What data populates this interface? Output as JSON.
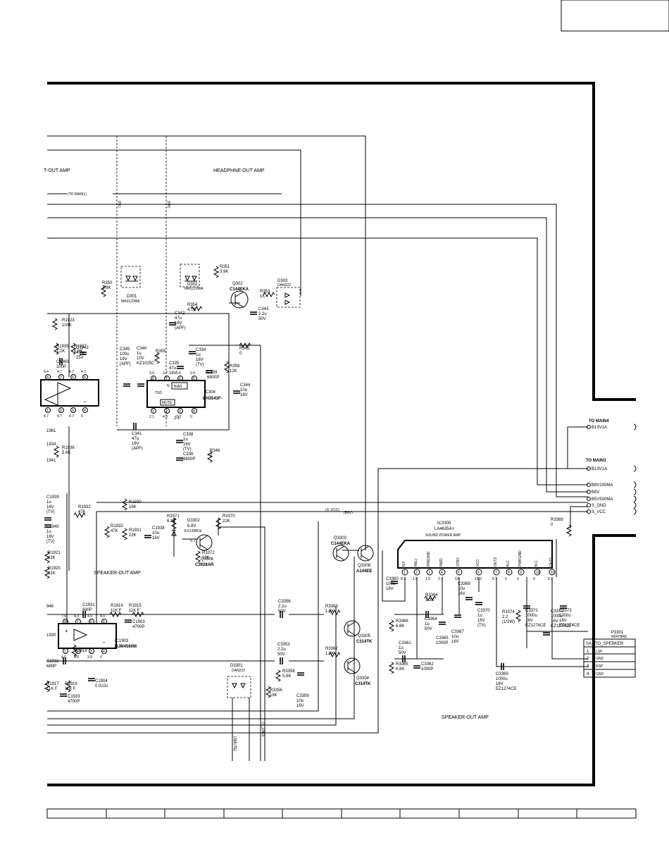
{
  "sections": {
    "out_amp_partial": "T-OUT AMP",
    "headphone_out_amp": "HEADPHNE-OUT AMP",
    "speaker_out_amp_left": "SPEAKER-OUT AMP",
    "speaker_out_amp_right": "SPEAKER-OUT AMP"
  },
  "signals": {
    "to_main1": "(TO MAIN1)",
    "hr": "(HR)",
    "hl": "(HL)",
    "b8v": "(B8V)",
    "s_vcc": "(S_VCC)",
    "smute": "(SMUTE)",
    "s_gnd": "(S_GND)"
  },
  "connectors": {
    "to_main4": {
      "title": "TO MAIN4",
      "pin": "B13V1A"
    },
    "to_main3": {
      "title": "TO MAIN3",
      "pin": "B13V1A"
    },
    "rail_pins": [
      "B9V200MA",
      "B8V",
      "B5V500MA",
      "S_GND",
      "S_VCC"
    ],
    "p3301": {
      "ref": "P3301",
      "part": "N04TBRE",
      "header_left": "SA",
      "header_right": "TO_SPERKER",
      "pins": [
        {
          "num": "1",
          "name": "LSP"
        },
        {
          "num": "2",
          "name": "GND"
        },
        {
          "num": "3",
          "name": "RSP"
        },
        {
          "num": "4",
          "name": "GND"
        }
      ]
    }
  },
  "ics": {
    "ic3305": {
      "ref": "IC3305",
      "part": "LA4635A+",
      "desc": "SOUND POWER AMP",
      "pin_names": [
        "N.F",
        "IN(L)",
        "PREGND",
        "IN(R)",
        "STBY",
        "VCC",
        "OUT2",
        "N.C.",
        "PWRGND",
        "N.C.",
        "OUT1"
      ],
      "pin_nums": [
        "1",
        "2",
        "3",
        "4",
        "5",
        "6",
        "7",
        "8",
        "9",
        "10",
        "11"
      ],
      "pin_volts": [
        "8.7",
        "1.5",
        "1.5",
        "2.1",
        "9.6",
        "13.3",
        "6.7",
        "0",
        "0",
        "0",
        "6.7"
      ]
    },
    "ic304": {
      "ref": "IC304",
      "part": "BH3543F-",
      "blocks": [
        "TSD",
        "BIAS",
        "MUTE",
        "N"
      ],
      "top_pins": [
        "8",
        "7",
        "6",
        "5"
      ],
      "bottom_pins": [
        "1",
        "2",
        "3",
        "4"
      ],
      "top_volts": [
        "3.0",
        "3.7",
        "5.6",
        "2.0"
      ],
      "bottom_volts": [
        "2.1",
        "4.3",
        "2.3",
        "0"
      ]
    },
    "ic1903": {
      "ref": "IC1903",
      "part": "NJM4560M",
      "top_pins": [
        "8",
        "7",
        "6",
        "5"
      ],
      "bottom_pins": [
        "1",
        "2",
        "3",
        "4"
      ],
      "top_volts": [
        "7.9",
        "4.0",
        "4.0",
        "4.0"
      ],
      "bottom_volts": [
        "4.0",
        "4.0",
        "3.9",
        "0"
      ]
    },
    "ic_upper_left": {
      "top_pins": [
        "8",
        "7",
        "6",
        "5"
      ],
      "bottom_pins": [
        "1",
        "2",
        "3",
        "4"
      ],
      "top_volts": [
        "9.4",
        "4.7",
        "4.7",
        "4.7"
      ],
      "bottom_volts": [
        "4.7",
        "4.7",
        "4.7",
        "0"
      ]
    }
  },
  "transistors": [
    {
      "ref": "Q302",
      "part": "C144EKA"
    },
    {
      "ref": "Q3303",
      "part": "C144EKA"
    },
    {
      "ref": "Q3308",
      "part": "A144EE"
    },
    {
      "ref": "Q3306",
      "part": "C3928AR"
    },
    {
      "ref": "Q3305",
      "part": "C314TK"
    },
    {
      "ref": "Q3304",
      "part": "C314TK"
    }
  ],
  "diodes": [
    {
      "ref": "D301",
      "part": "MA3120WA"
    },
    {
      "ref": "D302",
      "part": "MA3120WA"
    },
    {
      "ref": "D303",
      "part": "DAN222"
    },
    {
      "ref": "D3302",
      "part": "6.8V",
      "extra": "EX1398CE"
    },
    {
      "ref": "D3301",
      "part": "DAN222"
    }
  ],
  "resistors": [
    {
      "ref": "R350",
      "val": "3.9K"
    },
    {
      "ref": "R351",
      "val": "3.9K"
    },
    {
      "ref": "R353",
      "val": "1K"
    },
    {
      "ref": "R354",
      "val": "4.7K"
    },
    {
      "ref": "R355",
      "val": "0"
    },
    {
      "ref": "R345",
      "val": "0"
    },
    {
      "ref": "R358",
      "val": "12K"
    },
    {
      "ref": "R346",
      "val": "0"
    },
    {
      "ref": "R1923",
      "val": "100K"
    },
    {
      "ref": "R1935",
      "val": "1.2K"
    },
    {
      "ref": "R1937",
      "val": "5.6K"
    },
    {
      "ref": "R1936",
      "val": "5.6K"
    },
    {
      "ref": "R1930",
      "val": "15K"
    },
    {
      "ref": "R1932",
      "val": "47K"
    },
    {
      "ref": "R1933",
      "val": "47K"
    },
    {
      "ref": "R1931",
      "val": "22K"
    },
    {
      "ref": "R1921",
      "val": "22K"
    },
    {
      "ref": "R1920",
      "val": "22K"
    },
    {
      "ref": "R3371",
      "val": "6.8K"
    },
    {
      "ref": "R3370",
      "val": "22K"
    },
    {
      "ref": "R3372",
      "val": "10K"
    },
    {
      "ref": "R3369",
      "val": "0"
    },
    {
      "ref": "R3364",
      "val": "1.2K"
    },
    {
      "ref": "R3363",
      "val": "1.8K"
    },
    {
      "ref": "R3362",
      "val": "1.8K"
    },
    {
      "ref": "R3366",
      "val": "6.8K"
    },
    {
      "ref": "R3365",
      "val": "6.8K"
    },
    {
      "ref": "R3358",
      "val": "5.6K"
    },
    {
      "ref": "R3356",
      "val": "15K"
    },
    {
      "ref": "R3374",
      "val": "2.2",
      "extra": "(1/2W)"
    },
    {
      "ref": "R1914",
      "val": "11K F"
    },
    {
      "ref": "R1915",
      "val": "11K F"
    },
    {
      "ref": "R1917",
      "val": "11K F"
    },
    {
      "ref": "R1916",
      "val": "11K F"
    },
    {
      "ref": "R1918",
      "val": "K"
    }
  ],
  "capacitors": [
    {
      "ref": "C342",
      "val": "47u",
      "rating": "16V",
      "note": "(APF)"
    },
    {
      "ref": "C343",
      "val": "2.2u",
      "rating": "50V"
    },
    {
      "ref": "C345",
      "val": "100u",
      "rating": "16V",
      "note": "(APF)"
    },
    {
      "ref": "C340",
      "val": "1u",
      "rating": "10V",
      "note": "KZ1025C"
    },
    {
      "ref": "C334",
      "val": "1u",
      "rating": "16V",
      "note": "(TV)"
    },
    {
      "ref": "C335",
      "val": "47u",
      "rating": "16V"
    },
    {
      "ref": "C339",
      "val": "6800P"
    },
    {
      "ref": "C344",
      "val": "10u",
      "rating": "16V"
    },
    {
      "ref": "C341",
      "val": "47u",
      "rating": "16V",
      "note": "(APF)"
    },
    {
      "ref": "C338",
      "val": "1u",
      "rating": "16V",
      "note": "(TV)"
    },
    {
      "ref": "C336",
      "val": "6800P"
    },
    {
      "ref": "C1942",
      "val": "4.7u",
      "rating": "25V"
    },
    {
      "ref": "C1960",
      "val": "100P"
    },
    {
      "ref": "C1938",
      "val": "10u",
      "rating": "16V"
    },
    {
      "ref": "C1939",
      "val": "1u",
      "rating": "16V",
      "note": "(TV)"
    },
    {
      "ref": "C1940",
      "val": "1u",
      "rating": "16V",
      "note": "(TV)"
    },
    {
      "ref": "C1931",
      "val": "680P"
    },
    {
      "ref": "C1903",
      "val": "4700P"
    },
    {
      "ref": "C1932",
      "val": "680P"
    },
    {
      "ref": "C1933",
      "val": "4700P"
    },
    {
      "ref": "C1904",
      "val": "0.022u"
    },
    {
      "ref": "C3356",
      "val": "2.2u",
      "rating": "50V"
    },
    {
      "ref": "C3353",
      "val": "2.2u",
      "rating": "50V"
    },
    {
      "ref": "C3359",
      "val": "10u",
      "rating": "16V"
    },
    {
      "ref": "C3360",
      "val": "100u",
      "rating": "16V"
    },
    {
      "ref": "C3361",
      "val": "1u",
      "rating": "50V"
    },
    {
      "ref": "C3362",
      "val": "1000P"
    },
    {
      "ref": "C3364",
      "val": "1u",
      "rating": "50V"
    },
    {
      "ref": "C3365",
      "val": "1000P"
    },
    {
      "ref": "C3367",
      "val": "10u",
      "rating": "16V"
    },
    {
      "ref": "C3368",
      "val": "10u",
      "rating": "16V"
    },
    {
      "ref": "C3370",
      "val": "1u",
      "rating": "16V",
      "note": "(TV)"
    },
    {
      "ref": "C3371",
      "val": "1000u",
      "rating": "16V",
      "note": "EZ1274CE"
    },
    {
      "ref": "C3372",
      "val": "1000u",
      "rating": "16V",
      "note": "EZ1274CE"
    },
    {
      "ref": "C3373",
      "val": "1000u",
      "rating": "16V",
      "note": "EZ1274CE"
    },
    {
      "ref": "C3369",
      "val": "1000u",
      "rating": "16V",
      "note": "EZ1274CE"
    }
  ],
  "edge_labels": {
    "c1946": "946",
    "c1961": "1961",
    "r1934": "1934",
    "c1941": "1941",
    "r1930b": "1930",
    "misc_volts": [
      "2.1",
      "0.7"
    ]
  }
}
